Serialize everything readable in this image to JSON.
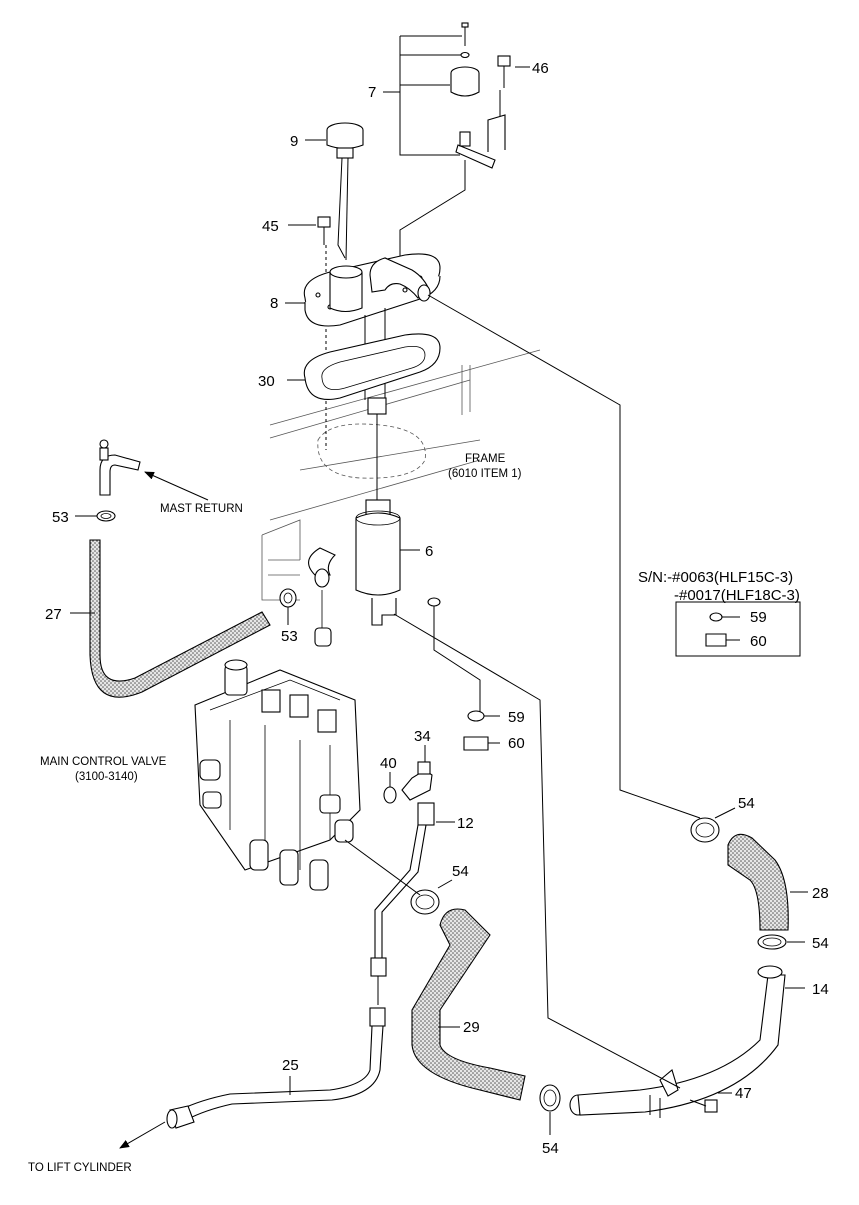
{
  "callouts": {
    "c46": "46",
    "c7": "7",
    "c9": "9",
    "c45": "45",
    "c8": "8",
    "c30": "30",
    "c6": "6",
    "c53a": "53",
    "c53b": "53",
    "c27": "27",
    "c59": "59",
    "c60": "60",
    "c40": "40",
    "c34": "34",
    "c12": "12",
    "c54a": "54",
    "c54b": "54",
    "c54c": "54",
    "c54d": "54",
    "c28": "28",
    "c14": "14",
    "c29": "29",
    "c25": "25",
    "c47": "47",
    "c59b": "59",
    "c60b": "60"
  },
  "labels": {
    "frame": "FRAME",
    "frame_ref": "(6010 ITEM 1)",
    "mast_return": "MAST RETURN",
    "main_control_valve": "MAIN CONTROL VALVE",
    "mcv_ref": "(3100-3140)",
    "to_lift_cylinder": "TO LIFT CYLINDER",
    "sn_line1": "S/N:-#0063(HLF15C-3)",
    "sn_line2": "-#0017(HLF18C-3)"
  }
}
